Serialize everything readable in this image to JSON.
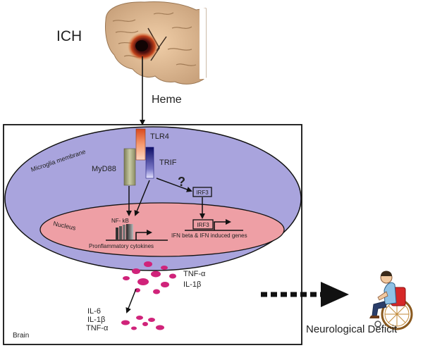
{
  "labels": {
    "ich": "ICH",
    "heme": "Heme",
    "tlr4": "TLR4",
    "microglia_membrane": "Microglia membrane",
    "myd88": "MyD88",
    "trif": "TRIF",
    "question": "?",
    "irf3_cytoplasm": "IRF3",
    "nucleus": "Nucleus",
    "nfkb": "NF- kB",
    "proinflammatory": "Pronflammatory cytokines",
    "irf3_nucleus": "IRF3",
    "ifn_genes": "IFN beta & IFN induced genes",
    "tnf_alpha_1": "TNF-α",
    "il1_beta_1": "IL-1β",
    "il6": "IL-6",
    "il1_beta_2": "IL-1β",
    "tnf_alpha_2": "TNF-α",
    "brain": "Brain",
    "neuro_deficit": "Neurological Deficit"
  },
  "colors": {
    "cell": "#a9a4dd",
    "nucleus": "#ee9fa5",
    "tlr4": "#f08f5f",
    "myd88": "#b7b88f",
    "trif": "#1b1b7a",
    "cytokine": "#d0237a"
  },
  "icons": {
    "brain": "brain-hemorrhage-illustration",
    "wheelchair": "wheelchair-person-icon"
  }
}
